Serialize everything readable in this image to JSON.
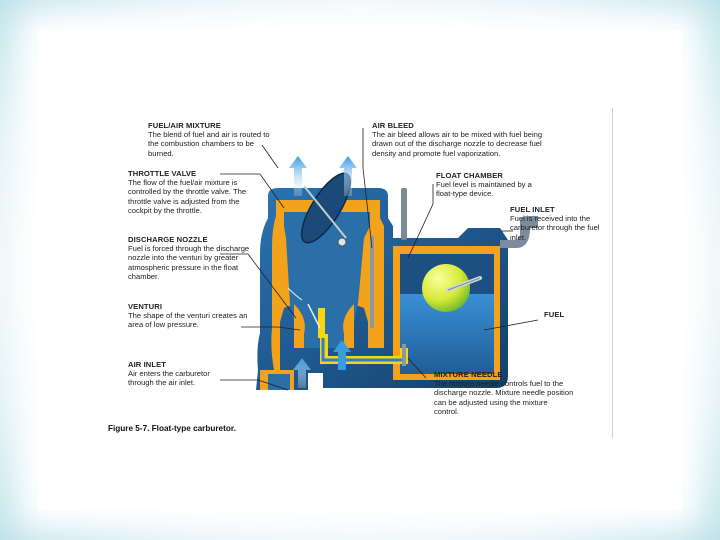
{
  "figure": {
    "caption": "Figure 5-7. Float-type carburetor.",
    "labels": {
      "fuel_air_mixture": {
        "title": "FUEL/AIR MIXTURE",
        "desc": "The blend of fuel and air is routed to the combustion chambers to be burned."
      },
      "throttle_valve": {
        "title": "THROTTLE VALVE",
        "desc": "The flow of the fuel/air mixture is controlled by the throttle valve. The throttle valve is adjusted from the cockpit by the throttle."
      },
      "discharge_nozzle": {
        "title": "DISCHARGE NOZZLE",
        "desc": "Fuel is forced through the discharge nozzle into the venturi by greater atmospheric pressure in the float chamber."
      },
      "venturi": {
        "title": "VENTURI",
        "desc": "The shape of the venturi creates an area of low pressure."
      },
      "air_inlet": {
        "title": "AIR INLET",
        "desc": "Air enters the carburetor through the air inlet."
      },
      "air_bleed": {
        "title": "AIR BLEED",
        "desc": "The air bleed allows air to be mixed with fuel being drawn out of the discharge nozzle to decrease fuel density and promote fuel vaporization."
      },
      "float_chamber": {
        "title": "FLOAT CHAMBER",
        "desc": "Fuel level is maintained by a float-type device."
      },
      "fuel_inlet": {
        "title": "FUEL INLET",
        "desc": "Fuel is received into the carburetor through the fuel inlet."
      },
      "fuel": {
        "title": "FUEL",
        "desc": ""
      },
      "mixture_needle": {
        "title": "MIXTURE NEEDLE",
        "desc": "The mixture needle controls fuel to the discharge nozzle. Mixture needle position can be adjusted using the mixture control."
      }
    }
  },
  "colors": {
    "background_tint": "#bfe3ea",
    "body_blue": "#1f5e96",
    "body_dark": "#143f6b",
    "wall_orange": "#f2a21b",
    "fuel_yellow": "#f6d60e",
    "fuel_blue": "#2e7fc7",
    "float_green": "#c8e34a",
    "arrow_blue": "#4aa3e0"
  }
}
